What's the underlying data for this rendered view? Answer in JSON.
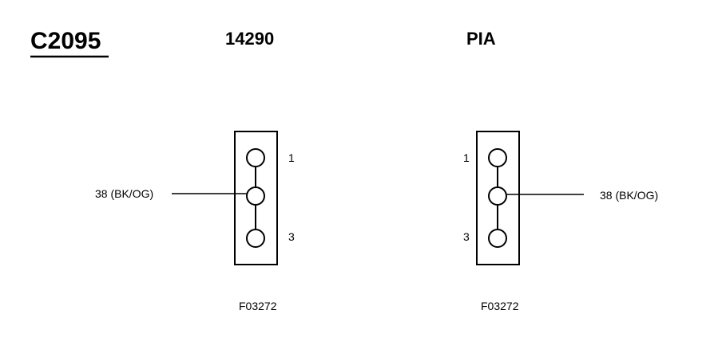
{
  "connector_id": "C2095",
  "left_connector": {
    "header": "14290",
    "pin_labels": [
      "1",
      "3"
    ],
    "wire_label": "38 (BK/OG)",
    "figure_code": "F03272"
  },
  "right_connector": {
    "header": "PIA",
    "pin_labels": [
      "1",
      "3"
    ],
    "wire_label": "38 (BK/OG)",
    "figure_code": "F03272"
  },
  "colors": {
    "line": "#000000",
    "background": "#ffffff"
  }
}
